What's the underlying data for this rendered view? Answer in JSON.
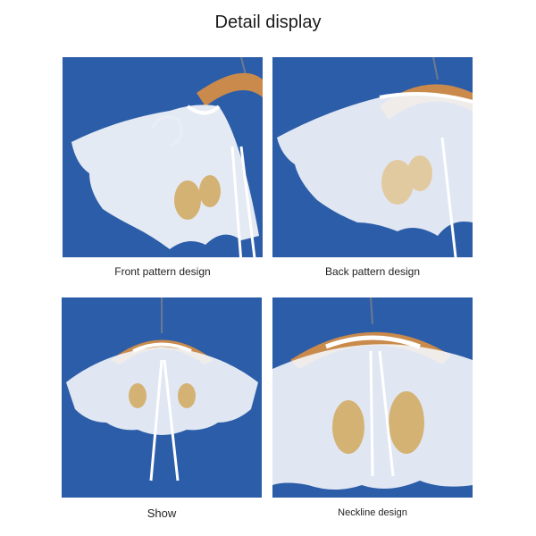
{
  "title": "Detail display",
  "panels": [
    {
      "caption": "Front pattern design",
      "image_subject": "collar-front-photo"
    },
    {
      "caption": "Back pattern design",
      "image_subject": "collar-back-photo"
    },
    {
      "caption": "Show",
      "image_subject": "collar-show-photo"
    },
    {
      "caption": "Neckline design",
      "image_subject": "collar-neckline-photo"
    }
  ],
  "colors": {
    "background_blue": "#2c5da8",
    "hanger_wood": "#c98a4b",
    "lace_white": "#f4f6fb",
    "embroidery_gold": "#d4b273"
  }
}
